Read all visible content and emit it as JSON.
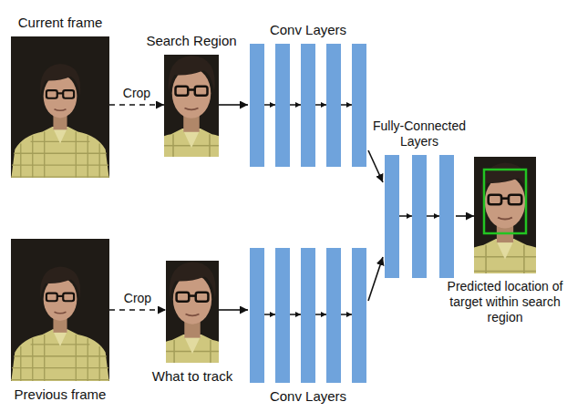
{
  "diagram": {
    "nodes": [
      {
        "text": [
          "Current frame"
        ]
      },
      {
        "text": [
          "Search Region"
        ]
      },
      {
        "text": [
          "Conv Layers"
        ]
      },
      {
        "text": [
          "Previous frame"
        ]
      },
      {
        "text": [
          "What to track"
        ]
      },
      {
        "text": [
          "Conv Layers"
        ]
      },
      {
        "text": [
          "Fully-Connected Layers"
        ]
      },
      {
        "text": [
          "Predicted location of target within search region"
        ]
      }
    ],
    "edges": [
      {
        "from": 0,
        "to": 1,
        "label": "Crop",
        "arrow": "to"
      },
      {
        "from": 1,
        "to": 2,
        "arrow": "to"
      },
      {
        "from": 3,
        "to": 4,
        "label": "Crop",
        "arrow": "to"
      },
      {
        "from": 4,
        "to": 5,
        "arrow": "to"
      },
      {
        "from": 2,
        "to": 6,
        "arrow": "to"
      },
      {
        "from": 5,
        "to": 6,
        "arrow": "to"
      },
      {
        "from": 6,
        "to": 7,
        "arrow": "to"
      }
    ]
  }
}
